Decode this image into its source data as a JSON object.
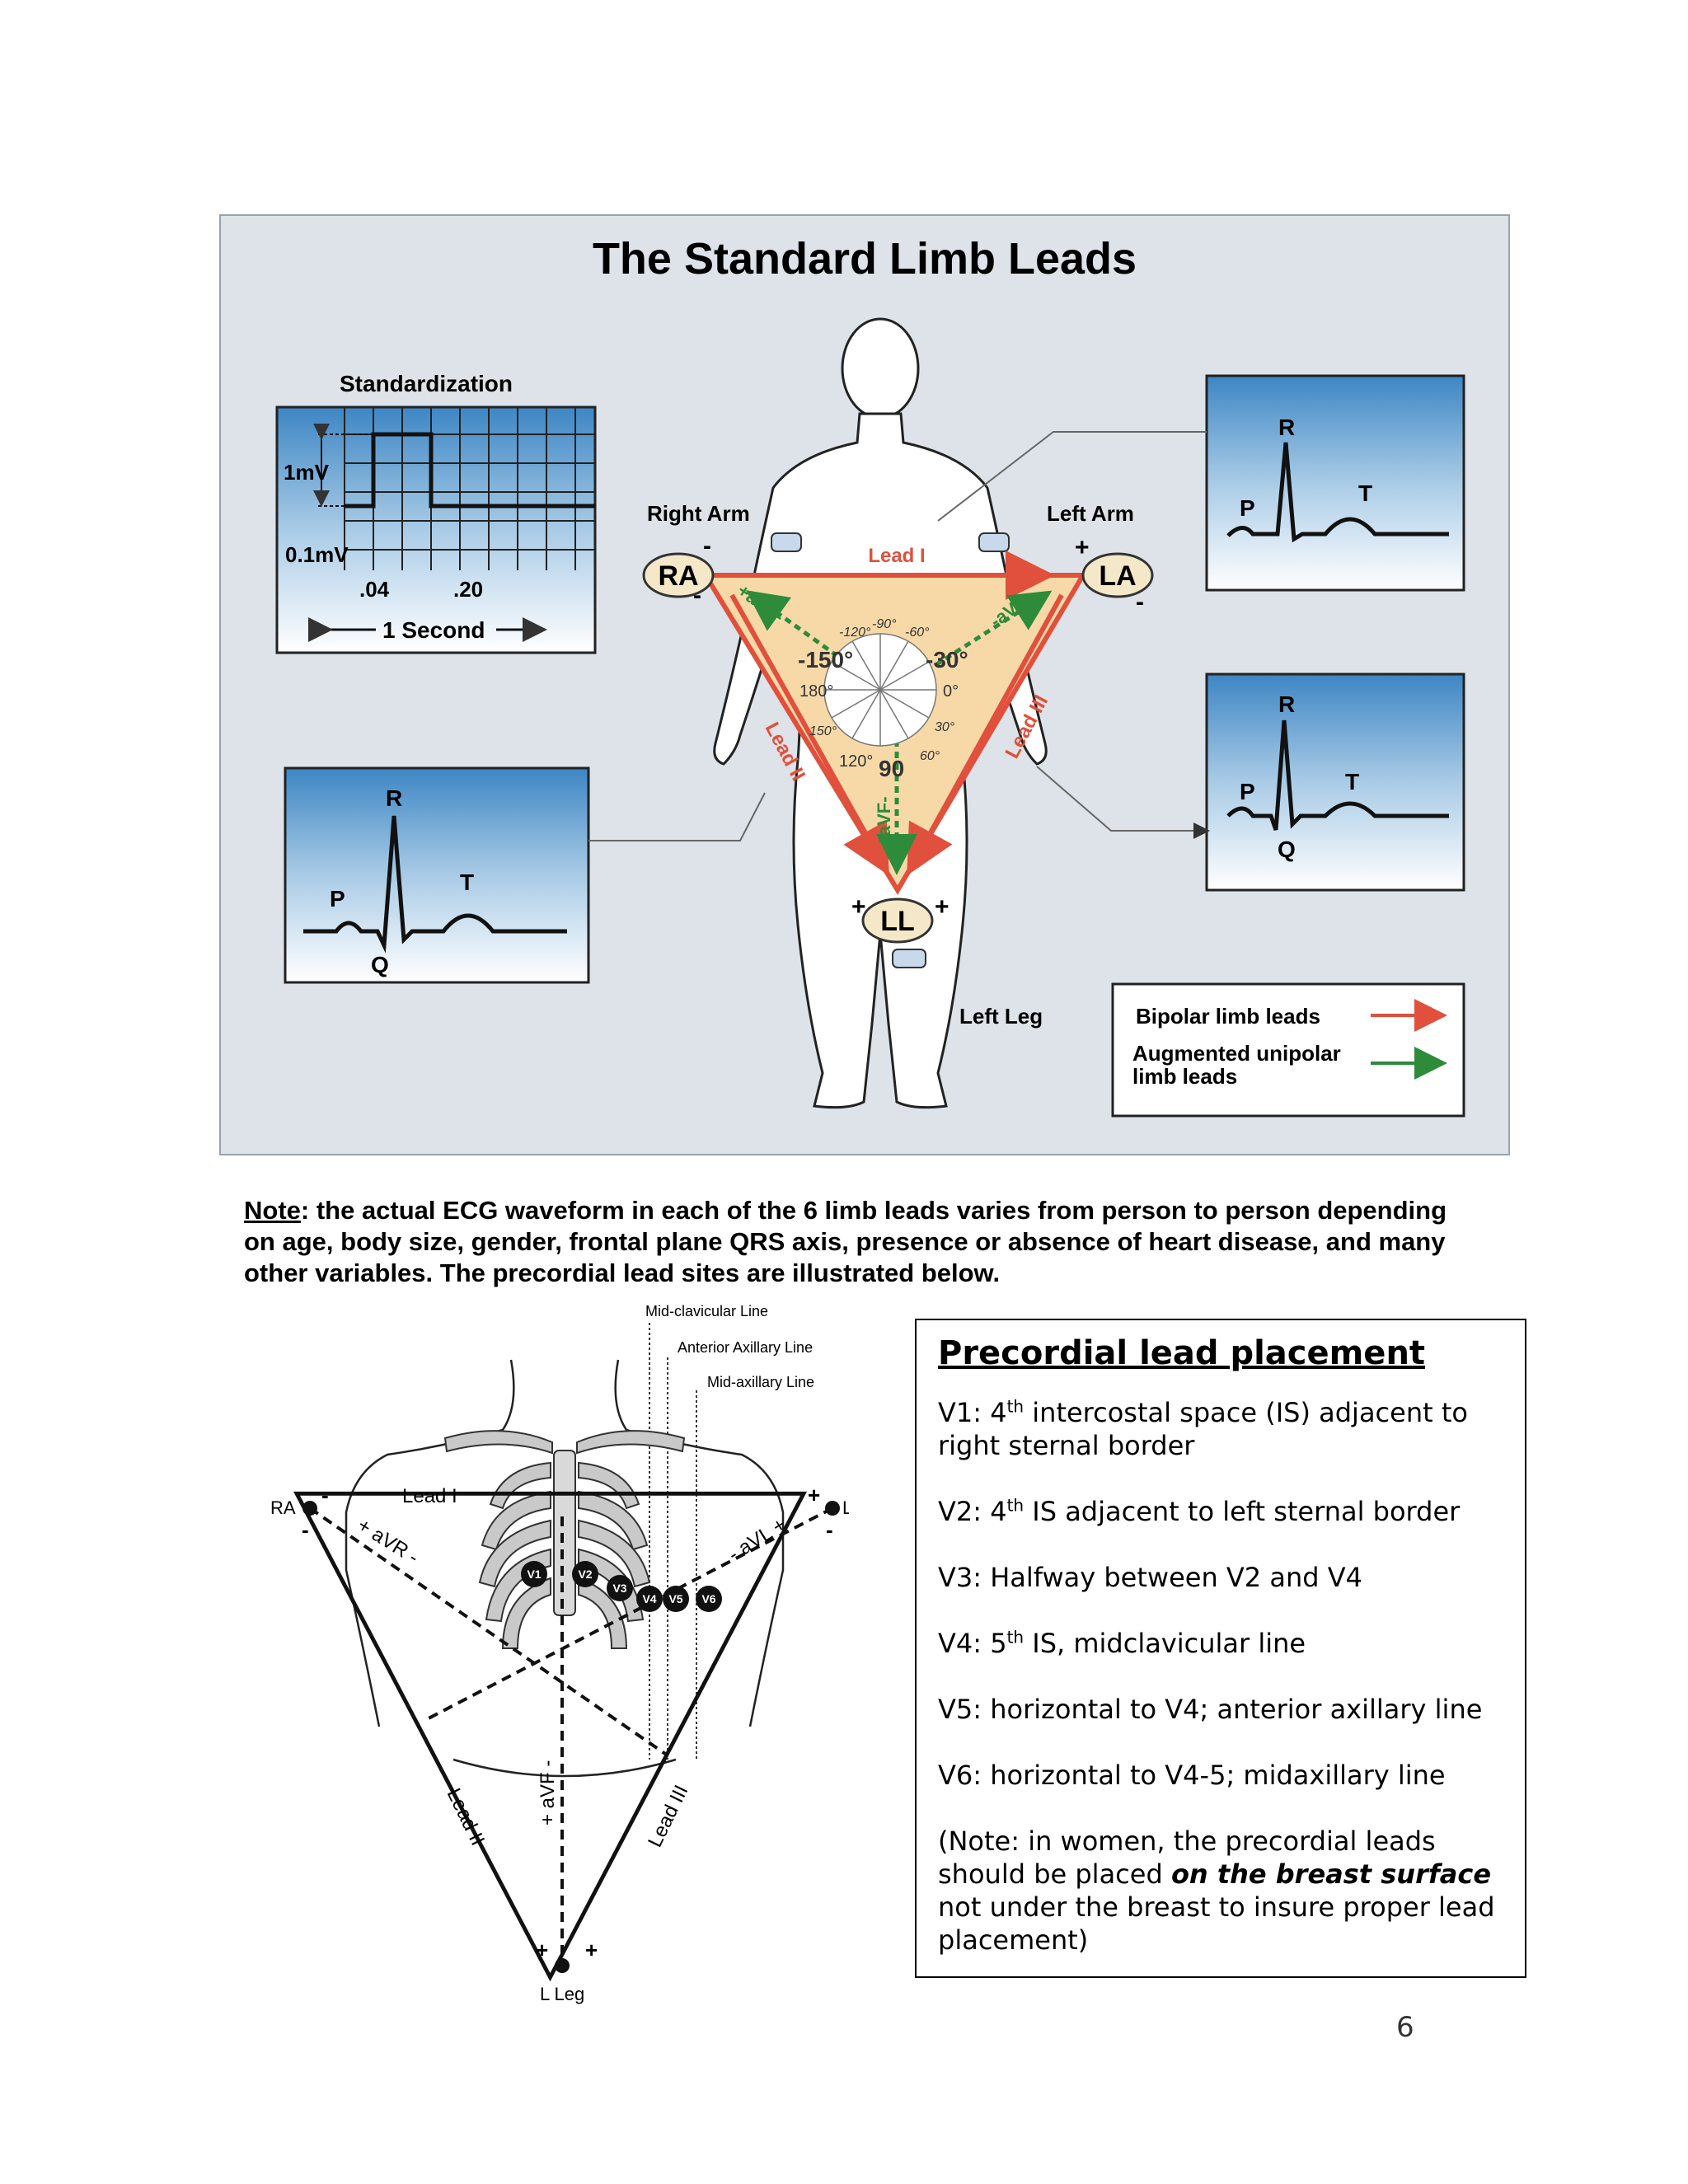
{
  "figure1": {
    "title": "The Standard Limb Leads",
    "standardization": {
      "title": "Standardization",
      "mv_label": "1mV",
      "tenth_label": "0.1mV",
      "t04": ".04",
      "t20": ".20",
      "second_label": "1 Second"
    },
    "labels": {
      "right_arm": "Right Arm",
      "left_arm": "Left Arm",
      "left_leg": "Left Leg",
      "ra": "RA",
      "la": "LA",
      "ll": "LL",
      "lead1": "Lead I",
      "lead2": "Lead II",
      "lead3": "Lead III",
      "avr": "+aVR-",
      "avl": "-aVL+",
      "avf": "+aVF-"
    },
    "angles": [
      "-120°",
      "-90°",
      "-60°",
      "-150°",
      "-30°",
      "180°",
      "0°",
      "150°",
      "30°",
      "120°",
      "90",
      "60°"
    ],
    "waves": {
      "p": "P",
      "q": "Q",
      "r": "R",
      "t": "T"
    },
    "legend": {
      "bipolar": "Bipolar limb leads",
      "augmented": "Augmented unipolar limb leads"
    },
    "colors": {
      "bipolar": "#e0503c",
      "augmented": "#2e8b3a",
      "triangle_fill": "#f7d9a8",
      "box_top": "#3d86c4"
    }
  },
  "note": {
    "lead": "Note",
    "text": ": the actual ECG waveform in each of the 6 limb leads varies from person to person depending on age, body size, gender, frontal plane QRS axis, presence or absence of heart disease, and many other variables.  The precordial lead sites are illustrated below."
  },
  "figure2": {
    "midclavicular": "Mid-clavicular Line",
    "anterior_axillary": "Anterior Axillary Line",
    "midaxillary": "Mid-axillary Line",
    "ra": "RA",
    "la": "LA",
    "lleg": "L Leg",
    "lead1": "Lead I",
    "lead2": "Lead II",
    "lead3": "Lead III",
    "avr": "+ aVR -",
    "avl": "- aVL +",
    "avf": "+ aVF -",
    "v_labels": [
      "V1",
      "V2",
      "V3",
      "V4",
      "V5",
      "V6"
    ]
  },
  "placement": {
    "title": "Precordial lead placement",
    "v1_pre": "V1: 4",
    "v1_sup": "th",
    "v1_post": " intercostal space (IS) adjacent to right sternal border",
    "v2_pre": "V2: 4",
    "v2_sup": "th",
    "v2_post": " IS adjacent to left sternal border",
    "v3": "V3: Halfway between V2 and V4",
    "v4_pre": "V4: 5",
    "v4_sup": "th",
    "v4_post": " IS, midclavicular line",
    "v5": "V5: horizontal to V4; anterior axillary line",
    "v6": "V6: horizontal to V4-5; midaxillary line",
    "note_pre": "(Note: in women, the precordial leads should be placed ",
    "note_em": "on the breast surface",
    "note_post": " not under the breast to insure proper lead placement)"
  },
  "page_number": "6"
}
